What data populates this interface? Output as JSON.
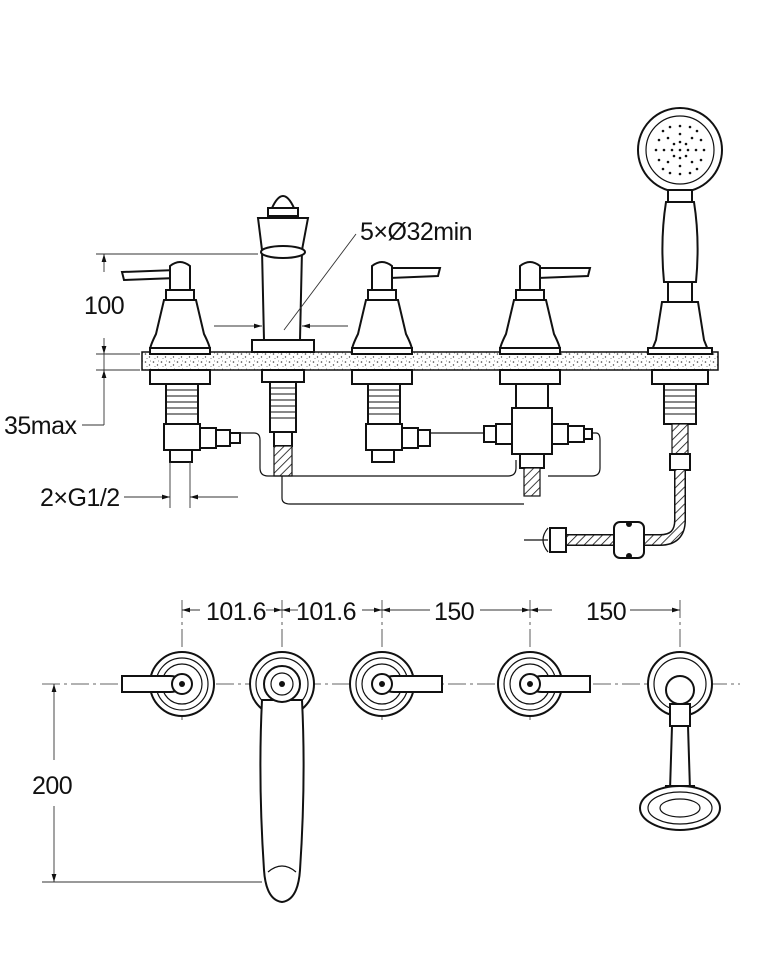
{
  "labels": {
    "hole_spec": "5×Ø32min",
    "height": "100",
    "deck_max": "35max",
    "inlet": "2×G1/2",
    "spacing_1": "101.6",
    "spacing_2": "101.6",
    "spacing_3": "150",
    "spacing_4": "150",
    "depth": "200"
  }
}
